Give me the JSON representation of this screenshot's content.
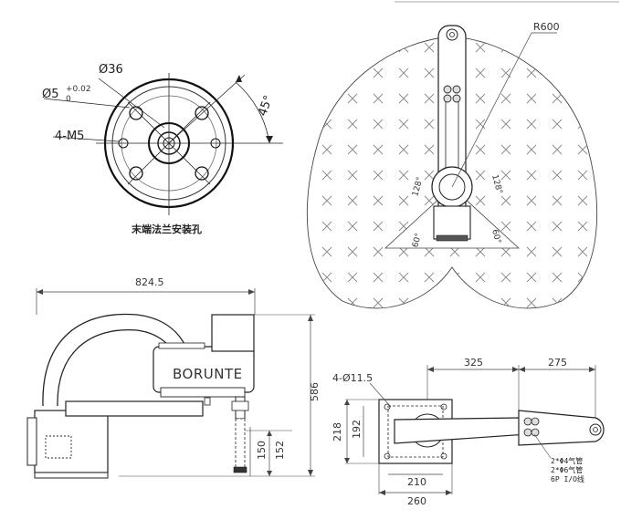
{
  "flange": {
    "dia_36": "Ø36",
    "dia_5": "Ø5",
    "tol_plus": "+0.02",
    "tol_zero": "0",
    "thread": "4-M5",
    "angle": "45°",
    "caption": "末端法兰安装孔"
  },
  "workspace": {
    "radius": "R600",
    "angle_left_128": "128°",
    "angle_right_128": "128°",
    "angle_left_60": "60°",
    "angle_right_60": "60°"
  },
  "side_view": {
    "width": "824.5",
    "height": "586",
    "dim_150": "150",
    "dim_152": "152",
    "brand": "BORUNTE"
  },
  "top_view": {
    "holes": "4-Ø11.5",
    "arm1": "325",
    "arm2": "275",
    "h218": "218",
    "h192": "192",
    "w210": "210",
    "w260": "260",
    "note1": "2*Φ4气管",
    "note2": "2*Φ6气管",
    "note3": "6P I/O线"
  }
}
